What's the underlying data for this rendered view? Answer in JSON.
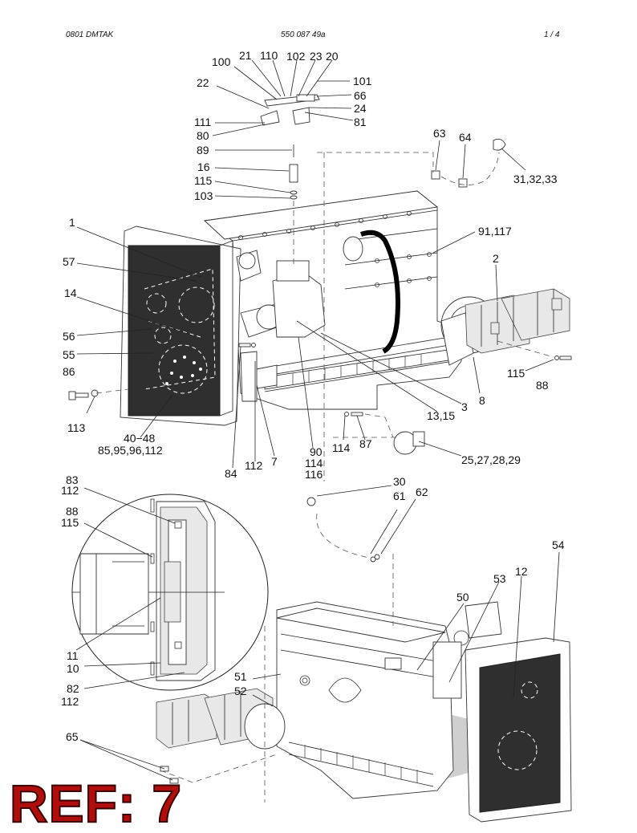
{
  "header": {
    "left": "0801   DMTAK",
    "middle": "550 087 49a",
    "right": "1 /   4"
  },
  "callouts": {
    "c100": "100",
    "c21": "21",
    "c110": "110",
    "c102": "102",
    "c23": "23",
    "c20": "20",
    "c101": "101",
    "c22": "22",
    "c66": "66",
    "c24": "24",
    "c111": "111",
    "c81": "81",
    "c80": "80",
    "c89": "89",
    "c16": "16",
    "c115a": "115",
    "c103": "103",
    "c63": "63",
    "c64": "64",
    "c313233": "31,32,33",
    "c1": "1",
    "c91117": "91,117",
    "c2": "2",
    "c57": "57",
    "c14": "14",
    "c56": "56",
    "c55": "55",
    "c86": "86",
    "c113": "113",
    "c115b": "115",
    "c88a": "88",
    "c8": "8",
    "c3": "3",
    "c1315": "13,15",
    "c4048": "40−48",
    "c859596112": "85,95,96,112",
    "c84": "84",
    "c112a": "112",
    "c7": "7",
    "c90": "90",
    "c114a": "114",
    "c116": "116",
    "c114b": "114",
    "c87": "87",
    "c25272829": "25,27,28,29",
    "c83": "83",
    "c112b": "112",
    "c88b": "88",
    "c115c": "115",
    "c30": "30",
    "c61": "61",
    "c62": "62",
    "c54": "54",
    "c12": "12",
    "c53": "53",
    "c50": "50",
    "c11": "11",
    "c10": "10",
    "c82": "82",
    "c112c": "112",
    "c51": "51",
    "c52": "52",
    "c65": "65"
  },
  "ref_badge": "REF: 7",
  "colors": {
    "badge": "#b10d0d",
    "radiator_core": "#2f2f2f",
    "hose": "#000000"
  }
}
